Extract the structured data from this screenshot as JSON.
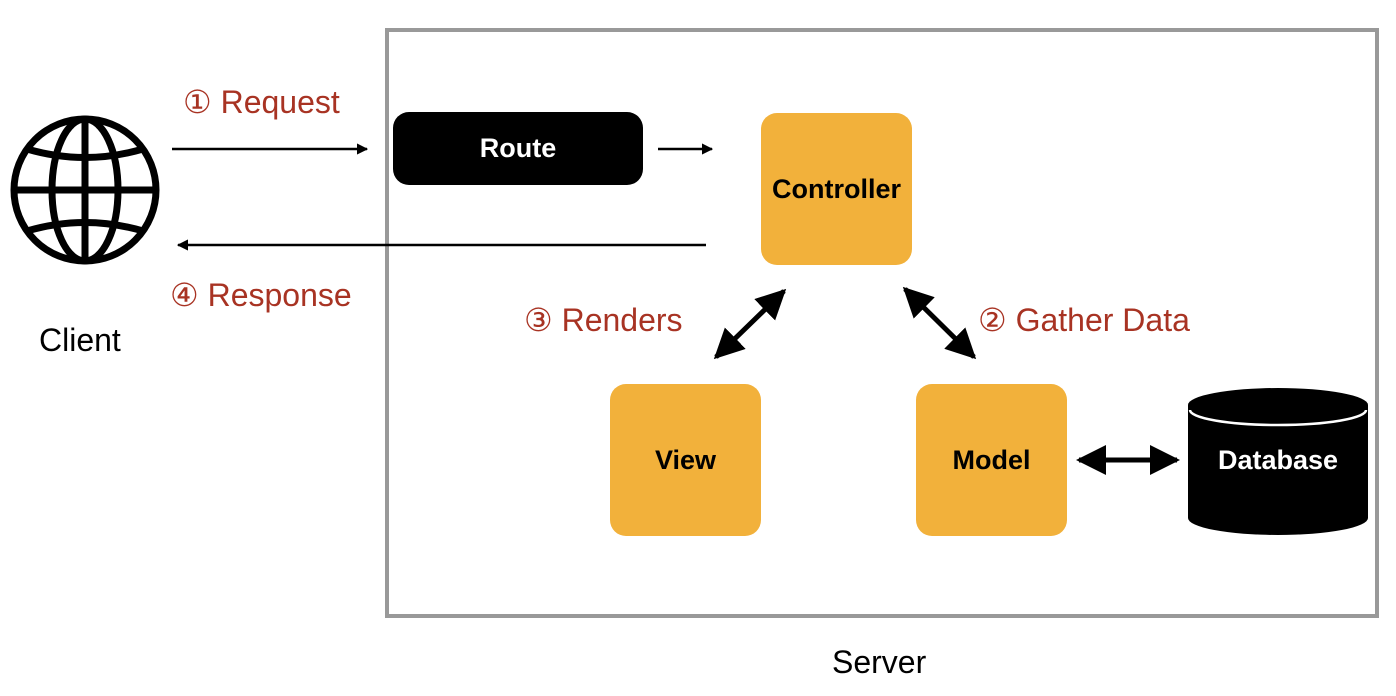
{
  "client": {
    "label": "Client",
    "icon": "globe-icon"
  },
  "server": {
    "label": "Server"
  },
  "components": {
    "route": "Route",
    "controller": "Controller",
    "view": "View",
    "model": "Model",
    "database": "Database"
  },
  "steps": {
    "request": "① Request",
    "gather_data": "② Gather Data",
    "renders": "③ Renders",
    "response": "④ Response"
  },
  "colors": {
    "component_fill": "#f2b13b",
    "step_text": "#a83323",
    "frame": "#999999",
    "dark_fill": "#000000"
  }
}
